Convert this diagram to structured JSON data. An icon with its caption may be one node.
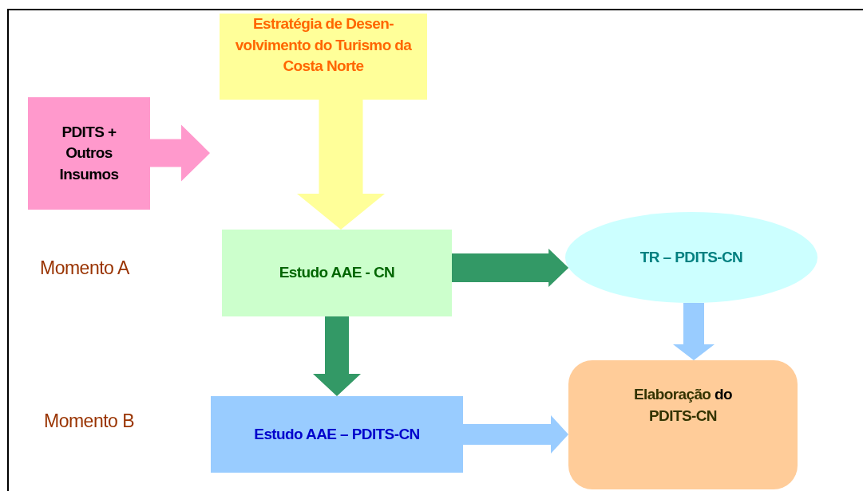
{
  "diagram": {
    "nodes": [
      {
        "text": [
          "Estratégia de Desen-volvimento do Turismo da Costa Norte"
        ]
      },
      {
        "text": [
          "PDITS + Outros Insumos"
        ]
      },
      {
        "text": [
          "Estudo AAE - CN"
        ]
      },
      {
        "text": [
          "TR – PDITS-CN"
        ]
      },
      {
        "text": [
          "Estudo AAE – PDITS-CN"
        ]
      },
      {
        "text": [
          "Elaboração **do** PDITS-CN"
        ]
      }
    ],
    "edges": [
      {
        "from": 1,
        "to": null,
        "arrow": "to",
        "style": "thick",
        "color": "#ff99cc"
      },
      {
        "from": 0,
        "to": 2,
        "arrow": "to",
        "style": "thick",
        "color": "#ffff99"
      },
      {
        "from": 2,
        "to": 3,
        "arrow": "to",
        "style": "thick",
        "color": "#339966"
      },
      {
        "from": 2,
        "to": 4,
        "arrow": "to",
        "style": "thick",
        "color": "#339966"
      },
      {
        "from": 3,
        "to": 5,
        "arrow": "to",
        "style": "thick",
        "color": "#99ccff"
      },
      {
        "from": 4,
        "to": 5,
        "arrow": "to",
        "style": "thick",
        "color": "#99ccff"
      }
    ],
    "labels": [
      "Momento A",
      "Momento B"
    ]
  }
}
